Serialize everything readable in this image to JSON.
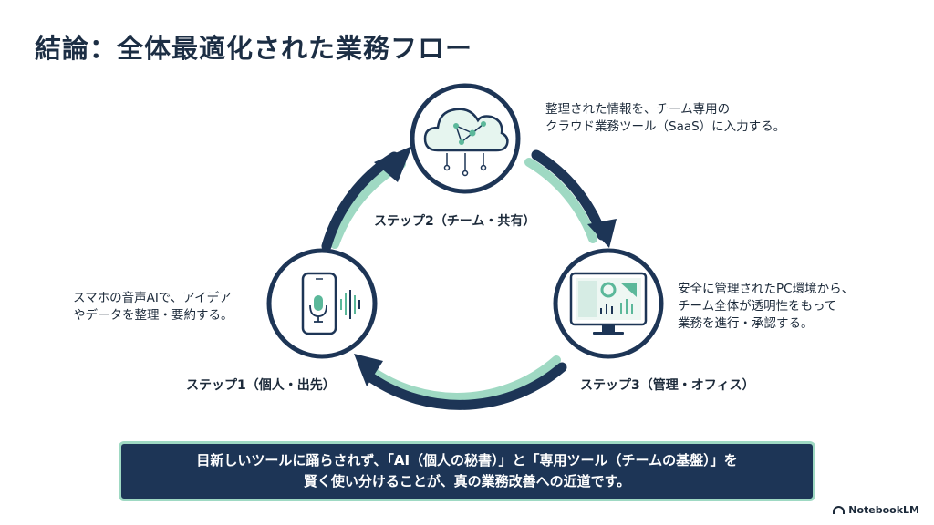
{
  "title": "結論：全体最適化された業務フロー",
  "steps": [
    {
      "label": "ステップ1（個人・出先）",
      "description": [
        "スマホの音声AIで、アイデア",
        "やデータを整理・要約する。"
      ],
      "icon": "smartphone-voice-icon"
    },
    {
      "label": "ステップ2（チーム・共有）",
      "description": [
        "整理された情報を、チーム専用の",
        "クラウド業務ツール（SaaS）に入力する。"
      ],
      "icon": "cloud-network-icon"
    },
    {
      "label": "ステップ3（管理・オフィス）",
      "description": [
        "安全に管理されたPC環境から、",
        "チーム全体が透明性をもって",
        "業務を進行・承認する。"
      ],
      "icon": "monitor-dashboard-icon"
    }
  ],
  "callout": {
    "line1": "目新しいツールに踊らされず、「AI（個人の秘書）」と「専用ツール（チームの基盤）」を",
    "line2": "賢く使い分けることが、真の業務改善への近道です。"
  },
  "logo": "NotebookLM",
  "colors": {
    "navy": "#1d3556",
    "mint": "#9fd9c3",
    "text": "#1c2a3a"
  }
}
